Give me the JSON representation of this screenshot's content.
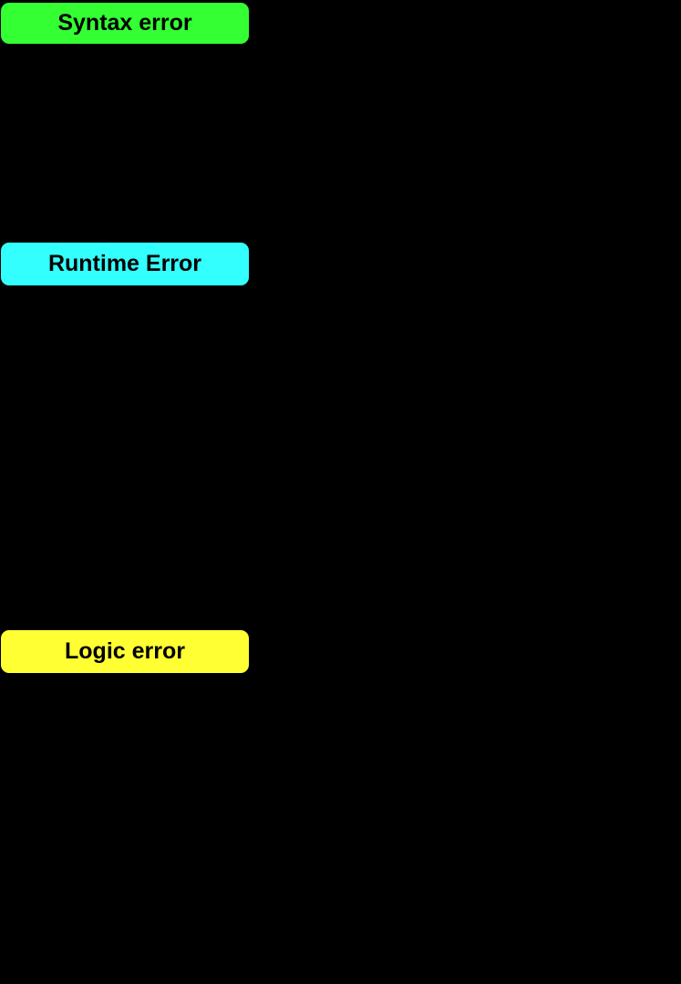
{
  "diagram": {
    "background": "#000000",
    "boxes": [
      {
        "id": "syntax",
        "label": "Syntax error",
        "fill": "#33FF33",
        "text_color": "#000000"
      },
      {
        "id": "runtime",
        "label": "Runtime Error",
        "fill": "#33FFFF",
        "text_color": "#000000"
      },
      {
        "id": "logic",
        "label": "Logic error",
        "fill": "#FFFF33",
        "text_color": "#000000"
      }
    ]
  }
}
